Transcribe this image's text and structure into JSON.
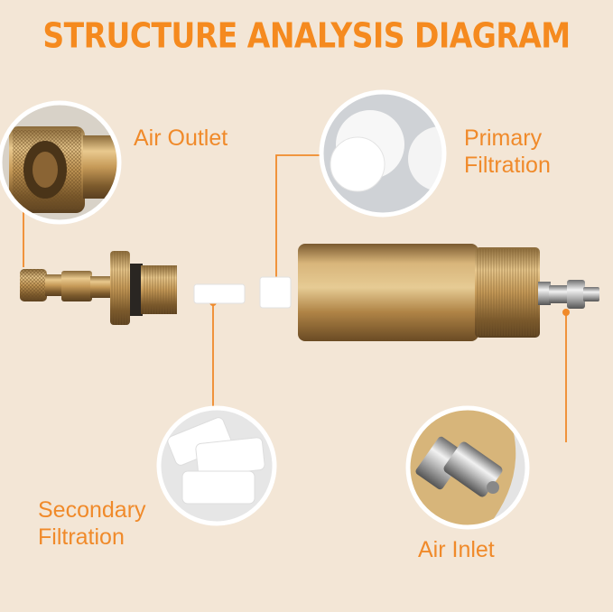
{
  "title": "STRUCTURE ANALYSIS DIAGRAM",
  "labels": {
    "air_outlet": "Air Outlet",
    "primary_filtration": [
      "Primary",
      "Filtration"
    ],
    "secondary_filtration": [
      "Secondary",
      "Filtration"
    ],
    "air_inlet": "Air Inlet"
  },
  "colors": {
    "accent": "#f58a1f",
    "background": "#f3e6d6",
    "brass": "#c59a55"
  }
}
